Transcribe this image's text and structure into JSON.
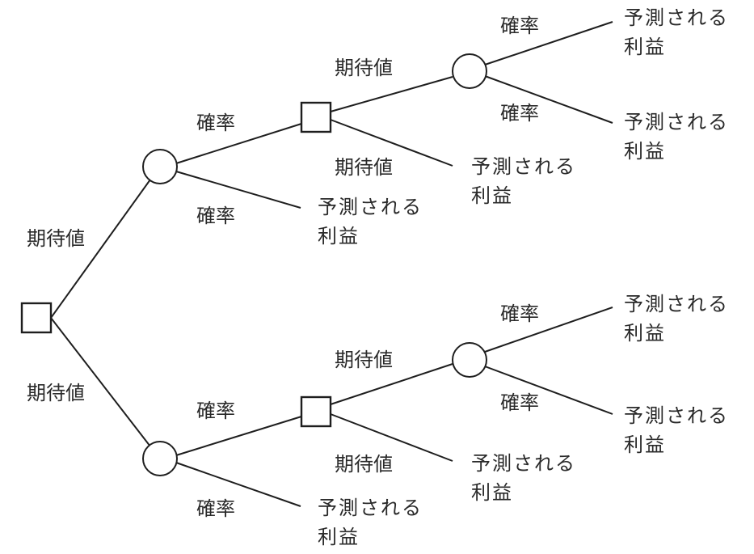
{
  "labels": {
    "expected_value": "期待値",
    "probability": "確率",
    "profit_line1": "予測される",
    "profit_line2": "利益"
  },
  "colors": {
    "line": "#1e1e1e",
    "text": "#2a2a2a",
    "background": "#ffffff"
  }
}
